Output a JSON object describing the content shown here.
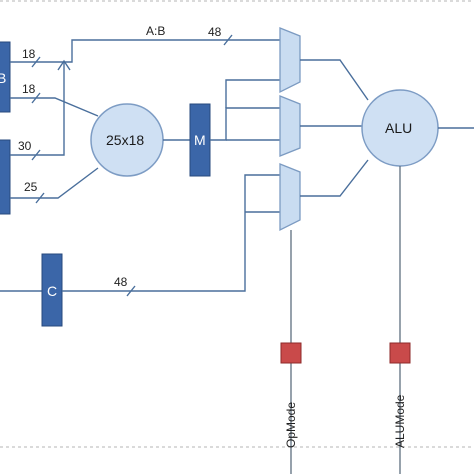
{
  "labels": {
    "concat": "A:B",
    "multiplier": "25x18",
    "m_reg": "M",
    "c_reg": "C",
    "b_reg": "B",
    "alu": "ALU",
    "opmode": "OpMode",
    "alumode": "ALUMode"
  },
  "bus_widths": {
    "b_top": "18",
    "b_mult": "18",
    "a_top": "30",
    "a_mult": "25",
    "concat": "48",
    "c_bus": "48"
  },
  "colors": {
    "wire": "#4a6f9c",
    "register_fill": "#3b66a8",
    "circle_fill": "#cfe0f3",
    "mux_fill": "#c9dcf1",
    "control_square": "#c94a4a"
  }
}
